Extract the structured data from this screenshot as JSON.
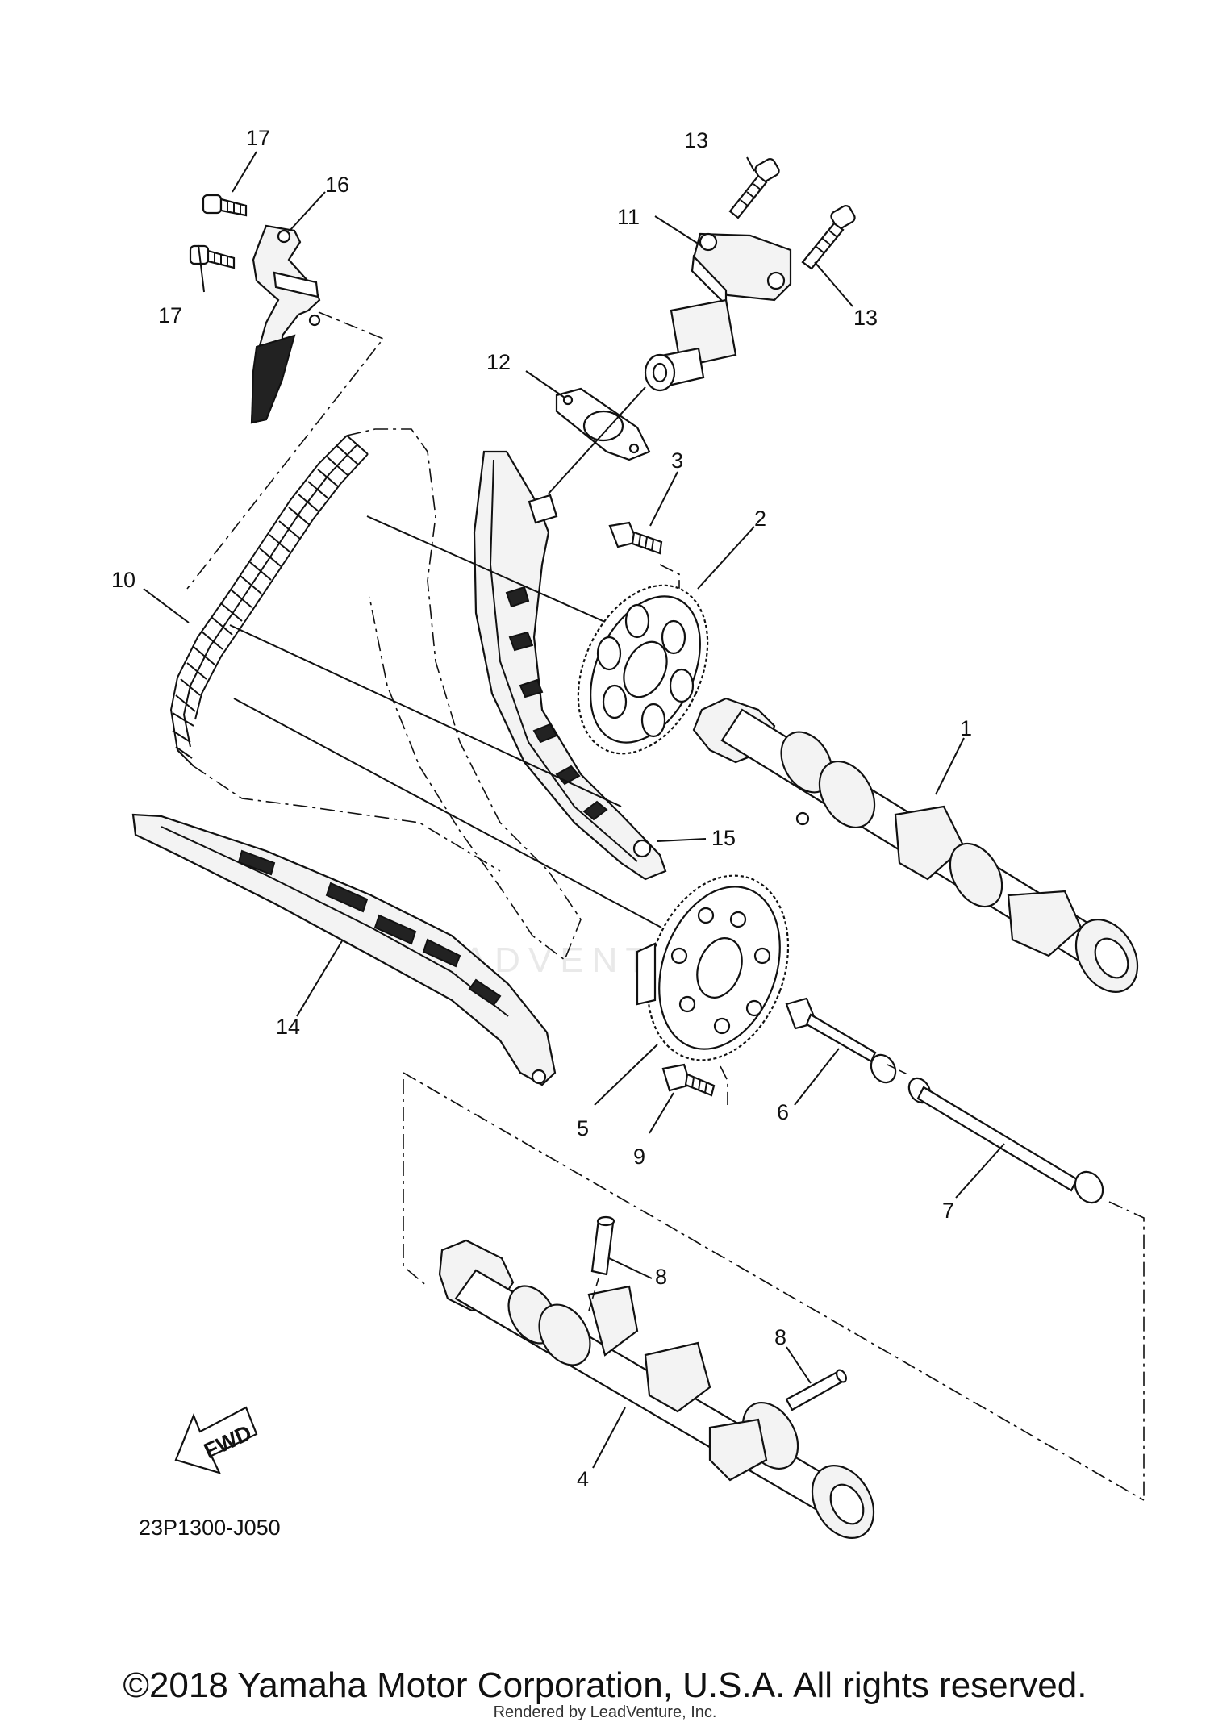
{
  "diagram": {
    "labels": {
      "l1": "1",
      "l2": "2",
      "l3": "3",
      "l4": "4",
      "l5": "5",
      "l6": "6",
      "l7": "7",
      "l8a": "8",
      "l8b": "8",
      "l9": "9",
      "l10": "10",
      "l11": "11",
      "l12": "12",
      "l13a": "13",
      "l13b": "13",
      "l14": "14",
      "l15": "15",
      "l16": "16",
      "l17a": "17",
      "l17b": "17"
    },
    "fwd_label": "FWD",
    "diagram_code": "23P1300-J050",
    "watermark": "LEADVENTURE"
  },
  "footer": {
    "copyright": "©2018 Yamaha Motor Corporation, U.S.A. All rights reserved.",
    "rendered_by": "Rendered by LeadVenture, Inc."
  }
}
